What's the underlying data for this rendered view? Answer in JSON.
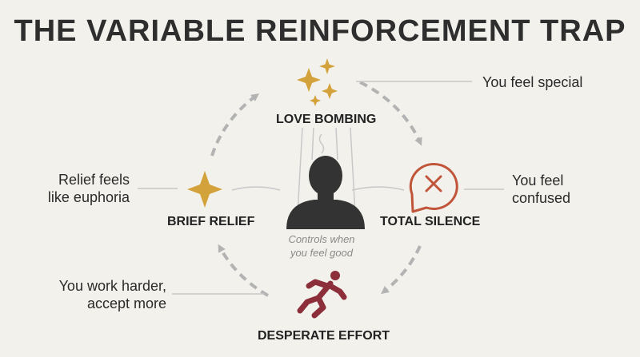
{
  "title": "THE VARIABLE REINFORCEMENT TRAP",
  "center_caption": [
    "Controls when",
    "you feel good"
  ],
  "stages": [
    {
      "label": "LOVE BOMBING",
      "icon": "sparkles-icon",
      "effect": [
        "You feel special"
      ]
    },
    {
      "label": "TOTAL SILENCE",
      "icon": "speech-bubble-x-icon",
      "effect": [
        "You feel",
        "confused"
      ]
    },
    {
      "label": "DESPERATE EFFORT",
      "icon": "running-person-icon",
      "effect": [
        "You work harder,",
        "accept more"
      ]
    },
    {
      "label": "BRIEF RELIEF",
      "icon": "sparkle-icon",
      "effect": [
        "Relief feels",
        "like euphoria"
      ]
    }
  ],
  "colors": {
    "background": "#f2f1ec",
    "gold": "#d4a23a",
    "red": "#c0553a",
    "maroon": "#8c2f3a",
    "figure": "#333333",
    "arrow": "#b3b3b3"
  }
}
